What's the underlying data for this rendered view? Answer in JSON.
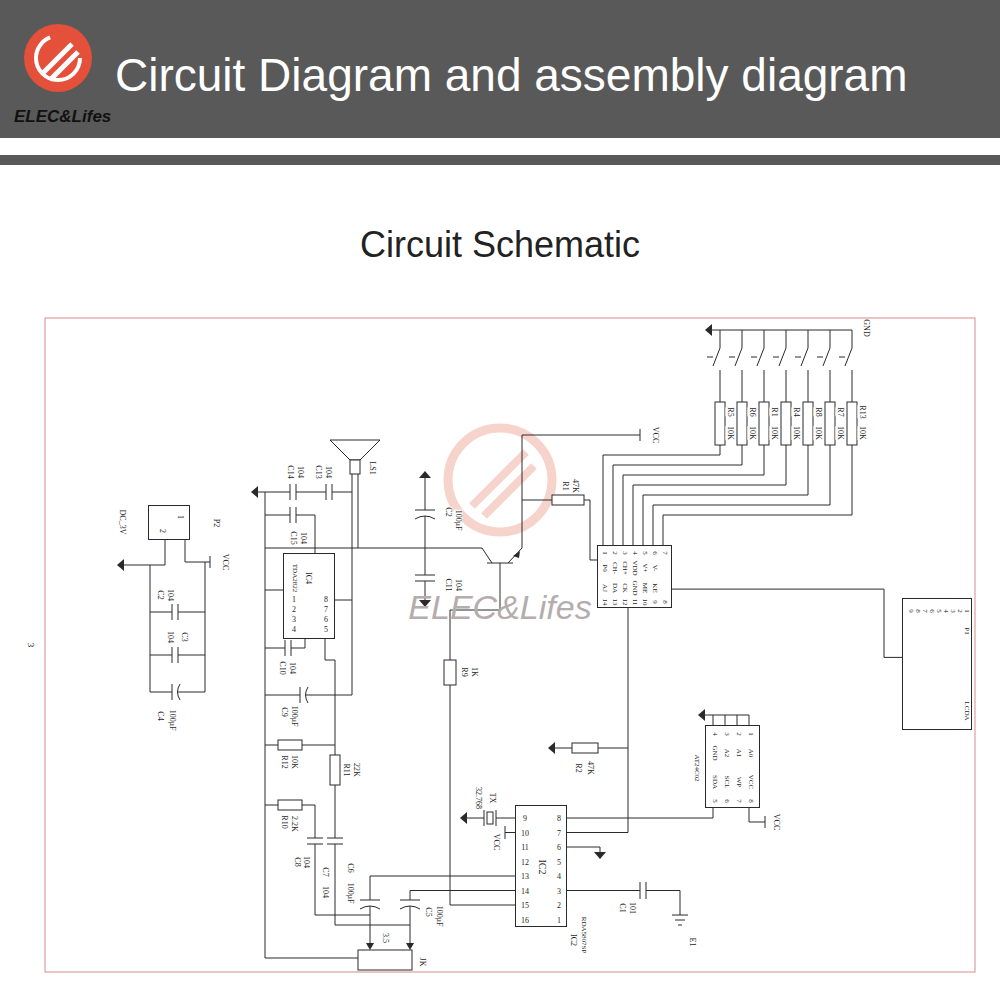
{
  "diagram": {
    "title": "Circuit Diagram and assembly diagram",
    "nodes": [
      {
        "text": [
          "P2",
          "1",
          "2"
        ]
      },
      {
        "text": [
          "TDA2822",
          "IC4",
          "1",
          "2",
          "3",
          "4",
          "8",
          "7",
          "6",
          "5"
        ]
      },
      {
        "text": [
          "1",
          "2",
          "3",
          "4",
          "5",
          "6",
          "7",
          "P0",
          "CH-",
          "CH+",
          "VDD",
          "V+",
          "V-",
          "AJ",
          "DA",
          "CK",
          "GND",
          "ME",
          "KE",
          "14",
          "13",
          "12",
          "11",
          "10",
          "9",
          "8"
        ]
      },
      {
        "text": [
          "AT24C02",
          "4",
          "3",
          "2",
          "1",
          "GND",
          "A2",
          "A1",
          "A0",
          "SDA",
          "SCL",
          "WP",
          "VCC",
          "5",
          "6",
          "7",
          "8"
        ]
      },
      {
        "text": [
          "IC2",
          "9",
          "10",
          "11",
          "12",
          "13",
          "14",
          "15",
          "16",
          "8",
          "7",
          "6",
          "5",
          "4",
          "3",
          "2",
          "1"
        ]
      },
      {
        "text": [
          "P1",
          "9",
          "8",
          "7",
          "6",
          "5",
          "4",
          "3",
          "2",
          "1",
          "LCDA"
        ]
      }
    ],
    "edges": [
      {
        "from": 2,
        "to": 5,
        "arrow": "none"
      },
      {
        "from": 4,
        "to": 3,
        "arrow": "none"
      },
      {
        "from": 4,
        "to": 2,
        "arrow": "none"
      }
    ],
    "labels": [
      "ELEC&Lifes",
      "Circuit Schematic",
      "GND",
      "VCC",
      "R5",
      "10K",
      "R6",
      "10K",
      "R1",
      "10K",
      "R4",
      "10K",
      "R8",
      "10K",
      "R7",
      "10K",
      "R13",
      "10K",
      "LS1",
      "C14",
      "104",
      "C13",
      "104",
      "C15",
      "104",
      "C2",
      "100μF",
      "C11",
      "104",
      "R1",
      "47K",
      "DC_3V",
      "VCC",
      "C2",
      "104",
      "C3",
      "104",
      "C4",
      "100μF",
      "C10",
      "104",
      "C9",
      "100μF",
      "R12",
      "10K",
      "R11",
      "22K",
      "R9",
      "1K",
      "R10",
      "2.2K",
      "C8",
      "104",
      "C7",
      "104",
      "C6",
      "100μF",
      "C5",
      "100μF",
      "3.5",
      "JK",
      "TX",
      "32.768",
      "VCC",
      "IC2",
      "RDA5807SP",
      "C1",
      "101",
      "E1",
      "R2",
      "47K",
      "VCC",
      "ELEC&Lifes",
      "3"
    ]
  }
}
